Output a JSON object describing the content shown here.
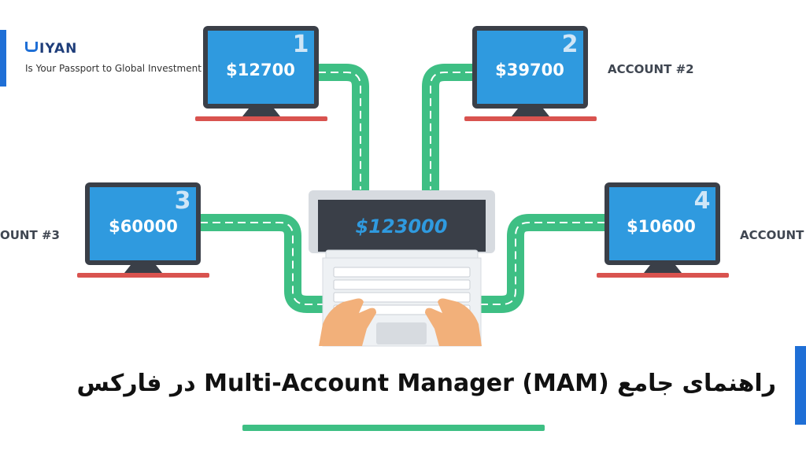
{
  "brand": {
    "logo_text": "IYAN",
    "tagline": "Is Your Passport to Global Investment",
    "accent_color": "#1f6fd6"
  },
  "master": {
    "amount": "$123000"
  },
  "accounts": [
    {
      "number": "1",
      "amount": "$12700",
      "label": ""
    },
    {
      "number": "2",
      "amount": "$39700",
      "label": "ACCOUNT #2"
    },
    {
      "number": "3",
      "amount": "$60000",
      "label": "OUNT #3"
    },
    {
      "number": "4",
      "amount": "$10600",
      "label": "ACCOUNT"
    }
  ],
  "title": "راهنمای جامع Multi-Account Manager (MAM) در فارکس",
  "colors": {
    "connector": "#3ebf84",
    "screen": "#2f9adf",
    "monitor_frame": "#3a3f48",
    "desk": "#d9534f",
    "underline": "#3ebf84"
  }
}
